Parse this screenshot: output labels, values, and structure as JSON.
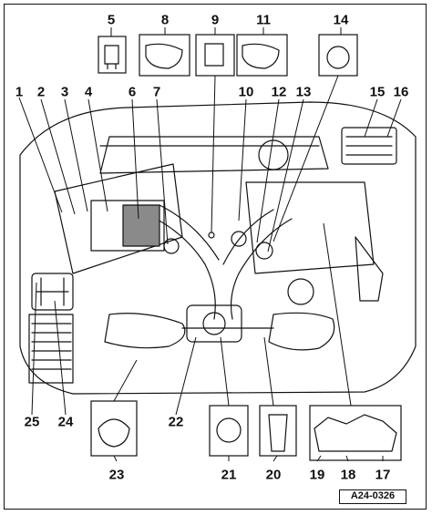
{
  "callouts": [
    {
      "id": "c1",
      "label": "1"
    },
    {
      "id": "c2",
      "label": "2"
    },
    {
      "id": "c3",
      "label": "3"
    },
    {
      "id": "c4",
      "label": "4"
    },
    {
      "id": "c5",
      "label": "5"
    },
    {
      "id": "c6",
      "label": "6"
    },
    {
      "id": "c7",
      "label": "7"
    },
    {
      "id": "c8",
      "label": "8"
    },
    {
      "id": "c9",
      "label": "9"
    },
    {
      "id": "c10",
      "label": "10"
    },
    {
      "id": "c11",
      "label": "11"
    },
    {
      "id": "c12",
      "label": "12"
    },
    {
      "id": "c13",
      "label": "13"
    },
    {
      "id": "c14",
      "label": "14"
    },
    {
      "id": "c15",
      "label": "15"
    },
    {
      "id": "c16",
      "label": "16"
    },
    {
      "id": "c17",
      "label": "17"
    },
    {
      "id": "c18",
      "label": "18"
    },
    {
      "id": "c19",
      "label": "19"
    },
    {
      "id": "c20",
      "label": "20"
    },
    {
      "id": "c21",
      "label": "21"
    },
    {
      "id": "c22",
      "label": "22"
    },
    {
      "id": "c23",
      "label": "23"
    },
    {
      "id": "c24",
      "label": "24"
    },
    {
      "id": "c25",
      "label": "25"
    }
  ],
  "figure_ref": "A24-0326",
  "colors": {
    "ink": "#111111",
    "paper": "#ffffff",
    "shade": "#8a8a8a"
  }
}
